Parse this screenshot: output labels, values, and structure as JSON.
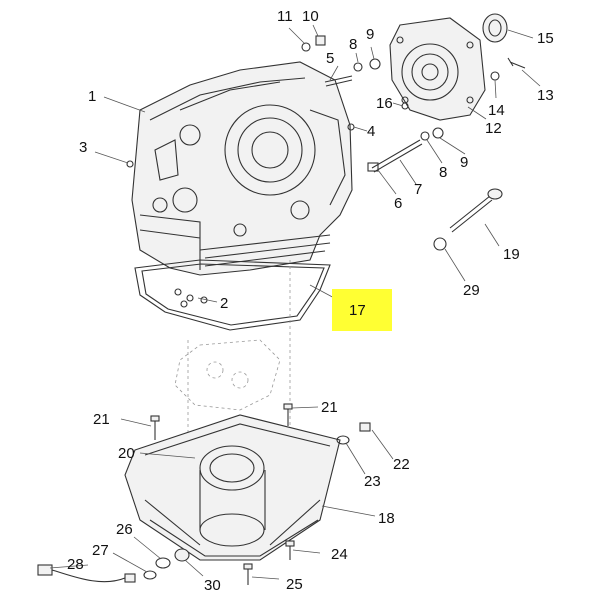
{
  "highlight": {
    "color": "#ffff33"
  },
  "callouts": [
    {
      "id": "1",
      "text": "1"
    },
    {
      "id": "2",
      "text": "2"
    },
    {
      "id": "3",
      "text": "3"
    },
    {
      "id": "4",
      "text": "4"
    },
    {
      "id": "5",
      "text": "5"
    },
    {
      "id": "6",
      "text": "6"
    },
    {
      "id": "7",
      "text": "7"
    },
    {
      "id": "8a",
      "text": "8"
    },
    {
      "id": "8b",
      "text": "8"
    },
    {
      "id": "9a",
      "text": "9"
    },
    {
      "id": "9b",
      "text": "9"
    },
    {
      "id": "10",
      "text": "10"
    },
    {
      "id": "11",
      "text": "11"
    },
    {
      "id": "12",
      "text": "12"
    },
    {
      "id": "13",
      "text": "13"
    },
    {
      "id": "14",
      "text": "14"
    },
    {
      "id": "15",
      "text": "15"
    },
    {
      "id": "16",
      "text": "16"
    },
    {
      "id": "17",
      "text": "17"
    },
    {
      "id": "18",
      "text": "18"
    },
    {
      "id": "19",
      "text": "19"
    },
    {
      "id": "20",
      "text": "20"
    },
    {
      "id": "21a",
      "text": "21"
    },
    {
      "id": "21b",
      "text": "21"
    },
    {
      "id": "22",
      "text": "22"
    },
    {
      "id": "23",
      "text": "23"
    },
    {
      "id": "24",
      "text": "24"
    },
    {
      "id": "25",
      "text": "25"
    },
    {
      "id": "26",
      "text": "26"
    },
    {
      "id": "27",
      "text": "27"
    },
    {
      "id": "28",
      "text": "28"
    },
    {
      "id": "29",
      "text": "29"
    },
    {
      "id": "30",
      "text": "30"
    }
  ]
}
